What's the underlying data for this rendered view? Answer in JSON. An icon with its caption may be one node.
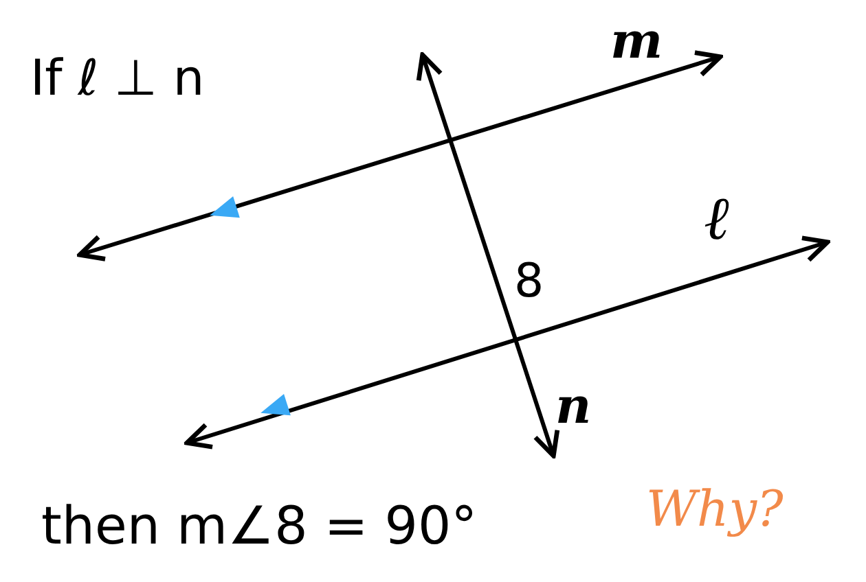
{
  "diagram": {
    "labels": [
      "If ℓ ⊥ n",
      "m",
      "ℓ",
      "8",
      "n",
      "then m∠8 = 90°",
      "Why?"
    ]
  }
}
